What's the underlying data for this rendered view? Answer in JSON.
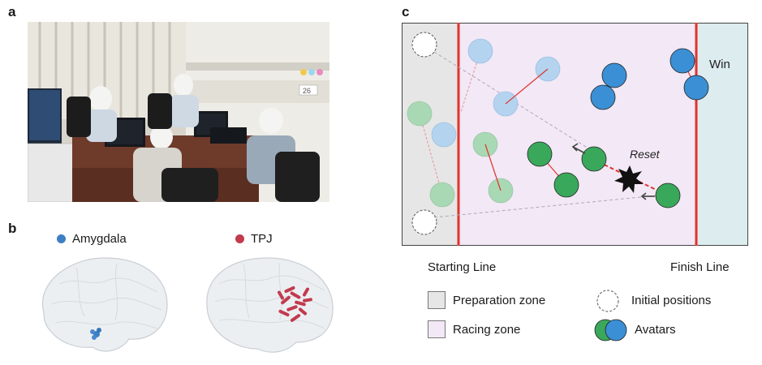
{
  "panels": {
    "a": {
      "label": "a"
    },
    "b": {
      "label": "b"
    },
    "c": {
      "label": "c"
    }
  },
  "photo": {
    "wall_sign": "26"
  },
  "brain_regions": [
    {
      "name": "Amygdala",
      "color": "#3d7fc4"
    },
    {
      "name": "TPJ",
      "color": "#c23a4e"
    }
  ],
  "arena": {
    "win_label": "Win",
    "reset_label": "Reset",
    "colors": {
      "preparation_zone": "#e6e6e6",
      "racing_zone": "#f2e8f6",
      "finish_zone": "#dcecef",
      "line": "#e0342c",
      "green_avatar": "#3aa85a",
      "blue_avatar": "#3b8fd4",
      "faded_green": "#a9d8b4",
      "faded_blue": "#b3d3ef"
    }
  },
  "lines": {
    "starting_line": "Starting Line",
    "finish_line": "Finish Line"
  },
  "legend": {
    "preparation_zone": "Preparation zone",
    "racing_zone": "Racing zone",
    "initial_positions": "Initial positions",
    "avatars": "Avatars"
  }
}
